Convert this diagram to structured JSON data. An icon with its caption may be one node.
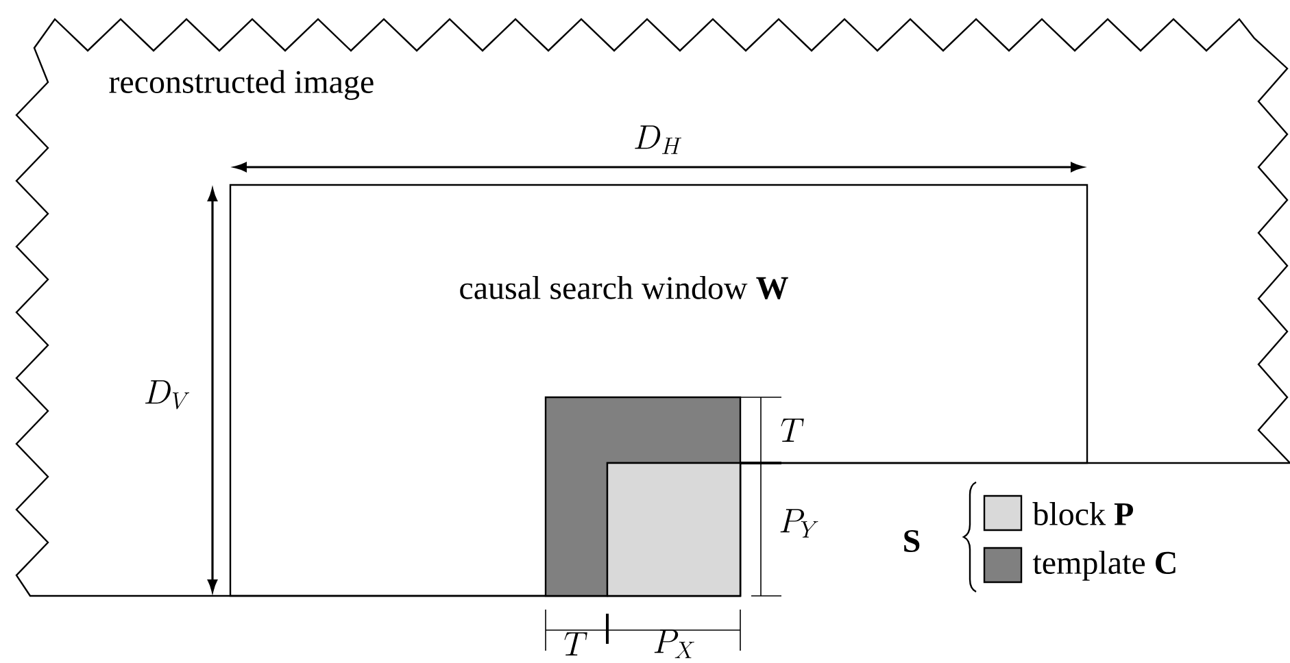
{
  "diagram": {
    "nodes": [
      {
        "text": [
          "reconstructed image"
        ]
      },
      {
        "text": [
          "causal search window **W**"
        ],
        "in": 0
      },
      {
        "text": [],
        "shape": "box",
        "in": 1
      },
      {
        "text": [],
        "shape": "box",
        "in": 1
      }
    ],
    "labels": [
      "D_{H}",
      "D_{V}",
      "T",
      "P_{Y}",
      "T",
      "P_{X}",
      "\\mathbf{S}"
    ],
    "legend": [
      {
        "text": "block **P**",
        "color": "#d9d9d9"
      },
      {
        "text": "template **C**",
        "color": "#808080"
      }
    ]
  }
}
